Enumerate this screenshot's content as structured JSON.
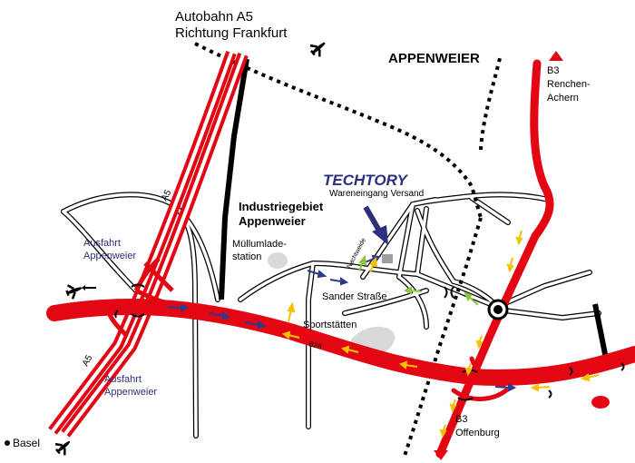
{
  "labels": {
    "autobahn_line1": "Autobahn A5",
    "autobahn_line2": "Richtung Frankfurt",
    "appenweier": "APPENWEIER",
    "b3_north_1": "B3",
    "b3_north_2": "Renchen-",
    "b3_north_3": "Achern",
    "techtory": "TECHTORY",
    "wareneingang": "Wareneingang Versand",
    "industrie_1": "Industriegebiet",
    "industrie_2": "Appenweier",
    "muell_1": "Müllumlade-",
    "muell_2": "station",
    "nachtweide": "Nachtweide",
    "sander": "Sander Straße",
    "sport": "Sportstätten",
    "b28": "B28",
    "ausfahrt_top_1": "Ausfahrt",
    "ausfahrt_top_2": "Appenweier",
    "ausfahrt_bottom_1": "Ausfahrt",
    "ausfahrt_bottom_2": "Appenweier",
    "a5_top": "A5",
    "a5_bottom": "A5",
    "b3_south_1": "B3",
    "b3_south_2": "Offenburg",
    "basel": "Basel"
  },
  "icons": {
    "airport": "airplane-icon",
    "roundabout": "roundabout-icon",
    "direction": "triangle-arrow-icon"
  },
  "colors": {
    "road_main": "#e30613",
    "brand_blue": "#2b2f7e",
    "route_arrow_blue": "#2b3a8f",
    "route_arrow_yellow": "#f2c200",
    "route_arrow_green": "#8cc63f",
    "area_gray": "#d9d9d9"
  }
}
